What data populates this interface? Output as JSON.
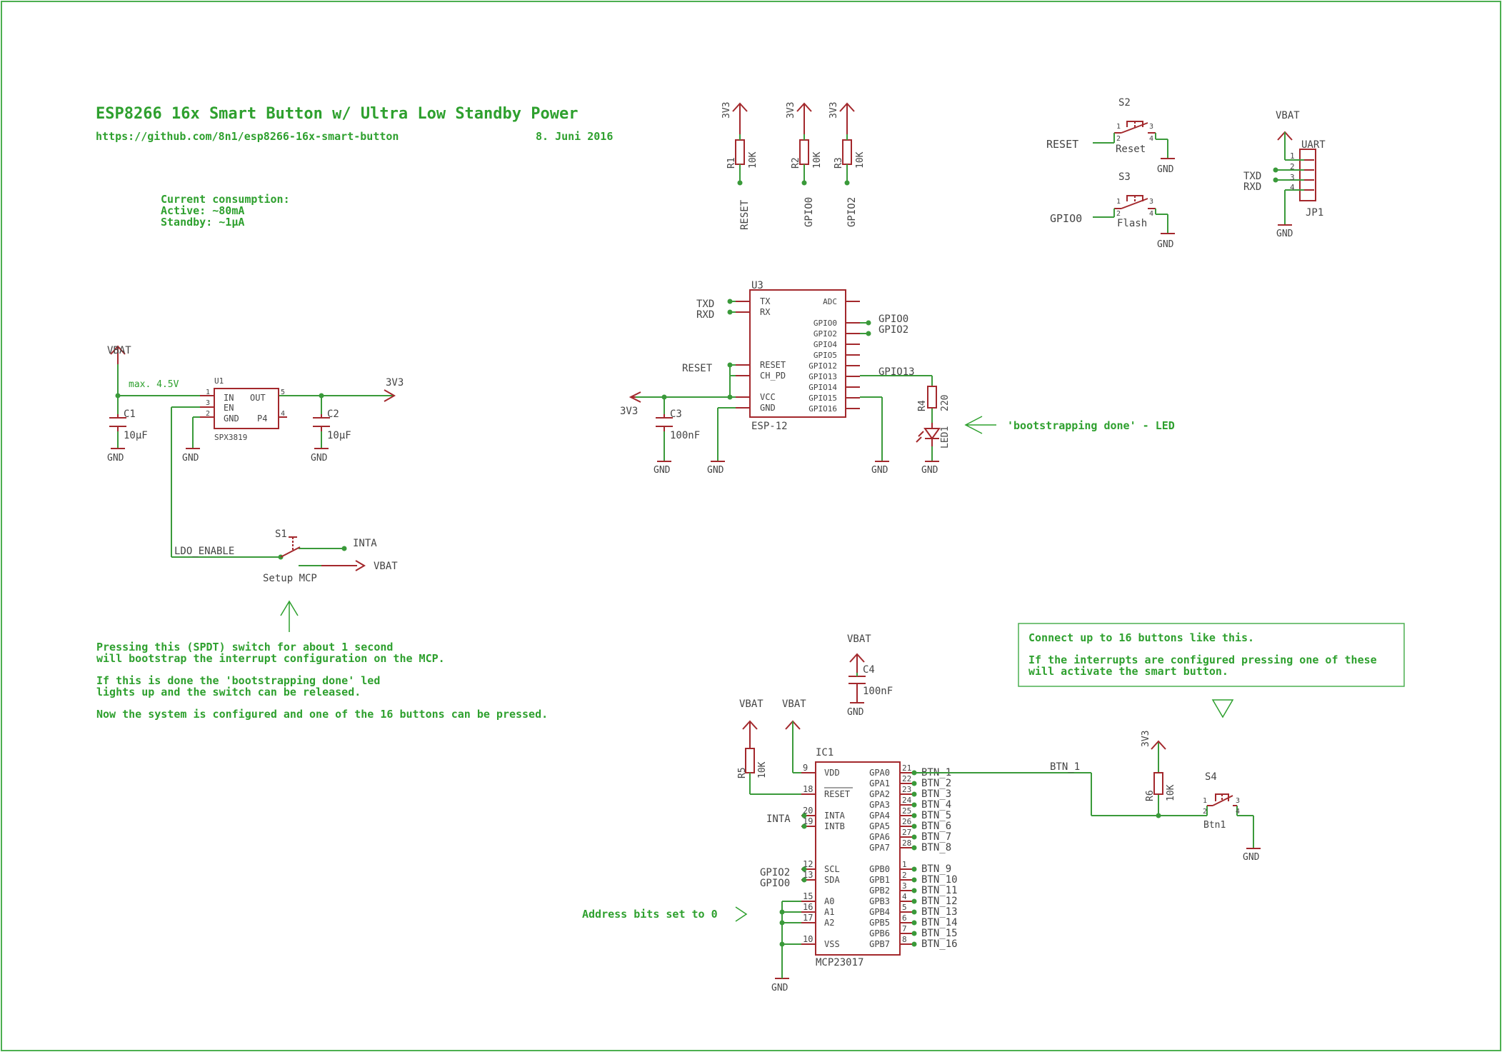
{
  "colors": {
    "wire": "#3a9a3a",
    "part": "#a3282c",
    "text": "#444444",
    "note": "#2ea02e",
    "frame": "#4caf50"
  },
  "header": {
    "title": "ESP8266 16x Smart Button w/ Ultra Low Standby Power",
    "url": "https://github.com/8n1/esp8266-16x-smart-button",
    "date": "8. Juni 2016"
  },
  "consumption": {
    "line1": "Current consumption:",
    "line2": "Active: ~80mA",
    "line3": "Standby: ~1µA"
  },
  "pullups": [
    {
      "supply": "3V3",
      "ref": "R1",
      "value": "10K",
      "net": "RESET"
    },
    {
      "supply": "3V3",
      "ref": "R2",
      "value": "10K",
      "net": "GPIO0"
    },
    {
      "supply": "3V3",
      "ref": "R3",
      "value": "10K",
      "net": "GPIO2"
    }
  ],
  "buttons_top": {
    "s2": {
      "ref": "S2",
      "name": "Reset",
      "net": "RESET",
      "gnd": "GND"
    },
    "s3": {
      "ref": "S3",
      "name": "Flash",
      "net": "GPIO0",
      "gnd": "GND"
    },
    "pins": [
      "1",
      "2",
      "3",
      "4"
    ]
  },
  "uart": {
    "supply": "VBAT",
    "name": "UART",
    "ref": "JP1",
    "txd": "TXD",
    "rxd": "RXD",
    "gnd": "GND",
    "pins": [
      "1",
      "2",
      "3",
      "4"
    ]
  },
  "esp": {
    "ref": "U3",
    "name": "ESP-12",
    "left_pins": [
      "TX",
      "RX",
      "RESET",
      "CH_PD",
      "VCC",
      "GND"
    ],
    "right_pins": [
      "ADC",
      "GPIO0",
      "GPIO2",
      "GPIO4",
      "GPIO5",
      "GPIO12",
      "GPIO13",
      "GPIO14",
      "GPIO15",
      "GPIO16"
    ],
    "nets": {
      "txd": "TXD",
      "rxd": "RXD",
      "reset": "RESET",
      "supply": "3V3",
      "gpio0": "GPIO0",
      "gpio2": "GPIO2",
      "gpio13": "GPIO13"
    },
    "cap": {
      "ref": "C3",
      "value": "100nF"
    },
    "r4": {
      "ref": "R4",
      "value": "220"
    },
    "led": {
      "ref": "LED1"
    },
    "gnd": "GND",
    "led_note": "'bootstrapping done' - LED"
  },
  "ldo": {
    "supply": "VBAT",
    "limit": "max. 4.5V",
    "ref": "U1",
    "part": "SPX3819",
    "pins": {
      "in": "IN",
      "en": "EN",
      "gnd": "GND",
      "out": "OUT",
      "p4": "P4"
    },
    "pin_numbers": [
      "1",
      "3",
      "2",
      "5",
      "4"
    ],
    "out_net": "3V3",
    "c1": {
      "ref": "C1",
      "value": "10µF"
    },
    "c2": {
      "ref": "C2",
      "value": "10µF"
    },
    "gnd": "GND",
    "enable_net": "LDO_ENABLE"
  },
  "setup_switch": {
    "ref": "S1",
    "name": "Setup MCP",
    "net_a": "INTA",
    "net_b": "VBAT"
  },
  "notes": {
    "setup": [
      "Pressing this (SPDT) switch for about 1 second",
      "will bootstrap the interrupt configuration on the MCP.",
      "If this is done the 'bootstrapping done' led",
      "lights up and the switch can be released.",
      "Now the system is configured and one of the 16 buttons can be pressed."
    ],
    "connect": [
      "Connect up to 16 buttons like this.",
      "If the interrupts are configured pressing one of these",
      "will activate the smart button."
    ],
    "address": "Address bits set to 0"
  },
  "mcp": {
    "ref": "IC1",
    "name": "MCP23017",
    "cap": {
      "supply": "VBAT",
      "ref": "C4",
      "value": "100nF",
      "gnd": "GND"
    },
    "r5": {
      "supply": "VBAT",
      "ref": "R5",
      "value": "10K"
    },
    "vdd_supply": "VBAT",
    "left_pins": [
      {
        "num": "9",
        "name": "VDD"
      },
      {
        "num": "18",
        "name": "RESET"
      },
      {
        "num": "20",
        "name": "INTA"
      },
      {
        "num": "19",
        "name": "INTB"
      },
      {
        "num": "12",
        "name": "SCL"
      },
      {
        "num": "13",
        "name": "SDA"
      },
      {
        "num": "15",
        "name": "A0"
      },
      {
        "num": "16",
        "name": "A1"
      },
      {
        "num": "17",
        "name": "A2"
      },
      {
        "num": "10",
        "name": "VSS"
      }
    ],
    "left_nets": {
      "inta": "INTA",
      "scl": "GPIO2",
      "sda": "GPIO0",
      "gnd": "GND"
    },
    "gpa": [
      "GPA0",
      "GPA1",
      "GPA2",
      "GPA3",
      "GPA4",
      "GPA5",
      "GPA6",
      "GPA7"
    ],
    "gpa_nums": [
      "21",
      "22",
      "23",
      "24",
      "25",
      "26",
      "27",
      "28"
    ],
    "gpb": [
      "GPB0",
      "GPB1",
      "GPB2",
      "GPB3",
      "GPB4",
      "GPB5",
      "GPB6",
      "GPB7"
    ],
    "gpb_nums": [
      "1",
      "2",
      "3",
      "4",
      "5",
      "6",
      "7",
      "8"
    ],
    "btn_nets": [
      "BTN_1",
      "BTN_2",
      "BTN_3",
      "BTN_4",
      "BTN_5",
      "BTN_6",
      "BTN_7",
      "BTN_8",
      "BTN_9",
      "BTN_10",
      "BTN_11",
      "BTN_12",
      "BTN_13",
      "BTN_14",
      "BTN_15",
      "BTN_16"
    ]
  },
  "btn_circuit": {
    "net": "BTN_1",
    "supply": "3V3",
    "r6": {
      "ref": "R6",
      "value": "10K"
    },
    "switch": {
      "ref": "S4",
      "name": "Btn1"
    },
    "gnd": "GND"
  }
}
